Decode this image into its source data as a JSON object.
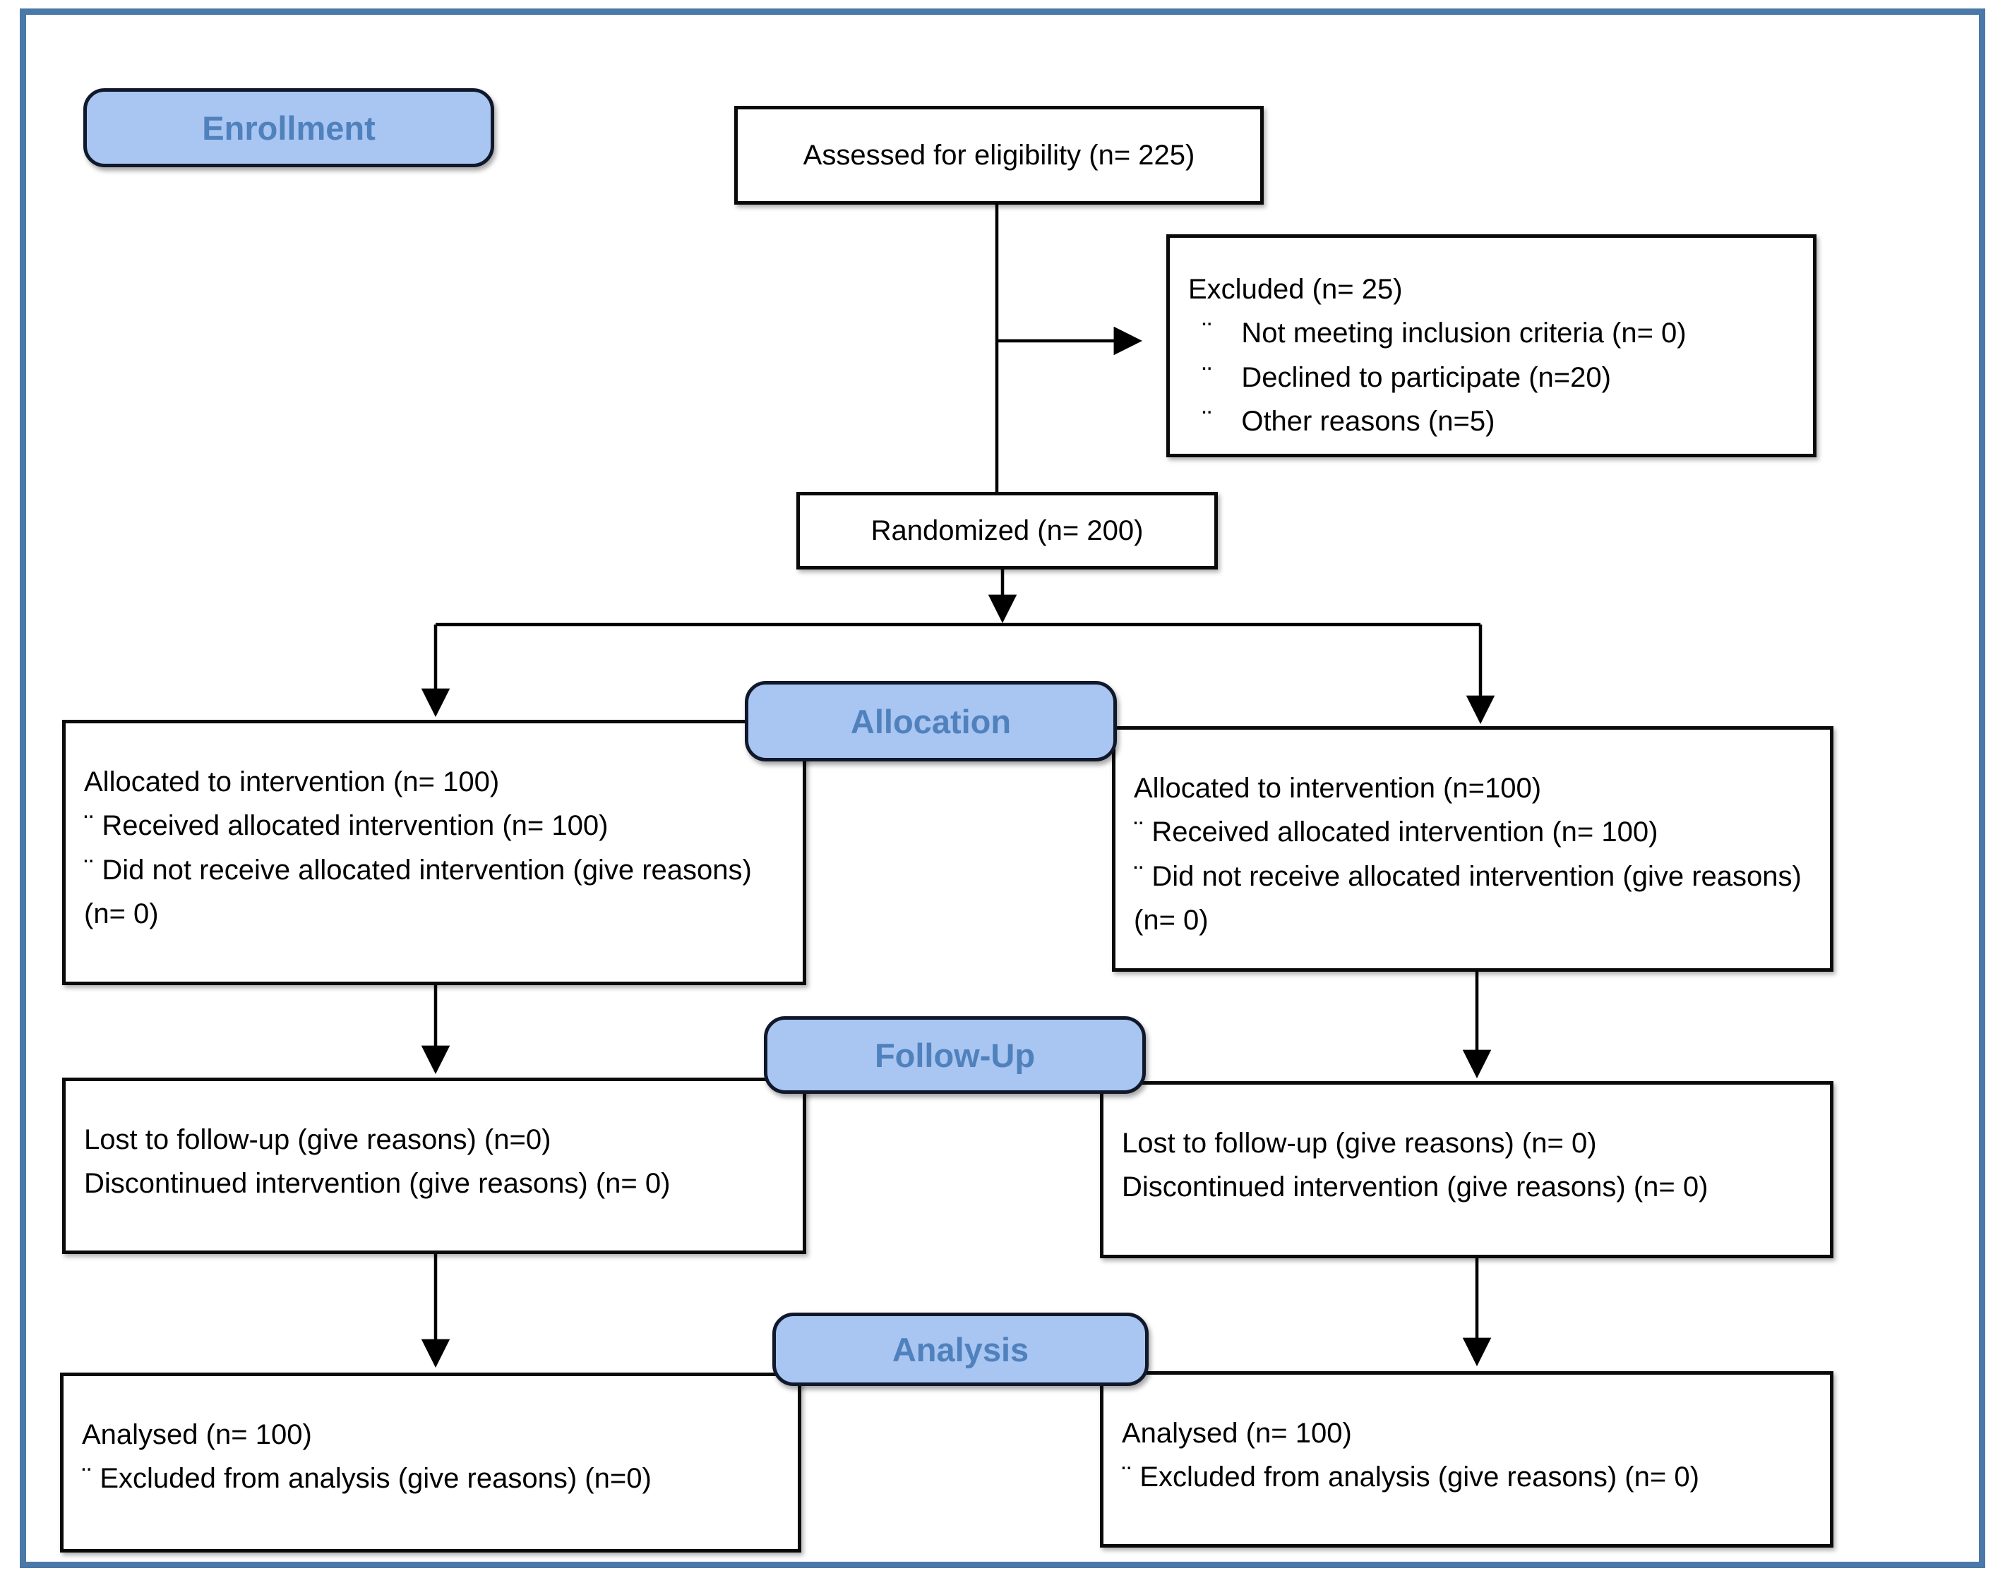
{
  "bullet": "¨",
  "colors": {
    "frame_border": "#4A78A8",
    "label_fill": "#A9C5F1",
    "label_text": "#4F81BD",
    "box_border": "#0A0A0A",
    "line_color": "#000000"
  },
  "stages": {
    "enrollment": "Enrollment",
    "allocation": "Allocation",
    "followup": "Follow-Up",
    "analysis": "Analysis"
  },
  "boxes": {
    "assessed": {
      "text": "Assessed for eligibility (n= 225)"
    },
    "excluded": {
      "title": "Excluded (n= 25)",
      "items": [
        "Not meeting inclusion criteria (n= 0)",
        "Declined to participate (n=20)",
        "Other reasons (n=5)"
      ]
    },
    "randomized": {
      "text": "Randomized (n= 200)"
    },
    "alloc_left": {
      "title": "Allocated to intervention (n= 100)",
      "items": [
        "Received allocated intervention (n= 100)",
        "Did not receive allocated intervention (give reasons) (n= 0)"
      ]
    },
    "alloc_right": {
      "title": "Allocated to intervention (n=100)",
      "items": [
        "Received allocated intervention (n= 100)",
        "Did not receive allocated intervention (give reasons) (n= 0)"
      ]
    },
    "followup_left": {
      "lines": [
        "Lost to follow-up (give reasons) (n=0)",
        "Discontinued intervention (give reasons) (n= 0)"
      ]
    },
    "followup_right": {
      "lines": [
        "Lost to follow-up (give reasons) (n= 0)",
        "Discontinued intervention (give reasons) (n= 0)"
      ]
    },
    "analysis_left": {
      "title": "Analysed (n= 100)",
      "items": [
        "Excluded from analysis (give reasons) (n=0)"
      ]
    },
    "analysis_right": {
      "title": "Analysed (n= 100)",
      "items": [
        "Excluded from analysis (give reasons) (n= 0)"
      ]
    }
  }
}
